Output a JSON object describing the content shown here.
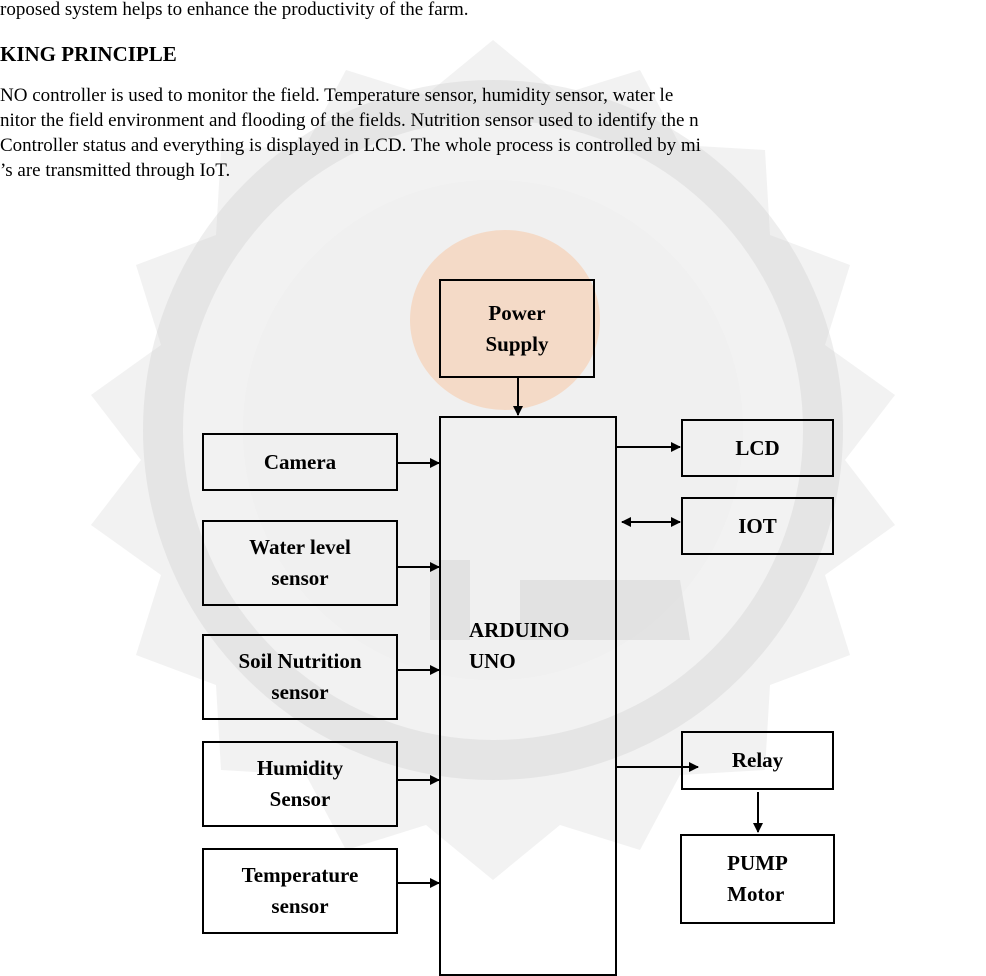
{
  "document": {
    "lines": [
      "roposed system helps to enhance the productivity of the farm.",
      "KING PRINCIPLE",
      "NO controller is used to monitor the field.  Temperature sensor, humidity sensor, water le",
      "nitor the field environment and flooding of the fields. Nutrition sensor used to identify the n",
      "Controller status and everything is displayed in LCD. The whole process is controlled by mi",
      "’s are transmitted through IoT."
    ]
  },
  "diagram": {
    "power_supply": [
      "Power",
      "Supply"
    ],
    "camera": "Camera",
    "water_level": [
      "Water level",
      "sensor"
    ],
    "soil_nutrition": [
      "Soil Nutrition",
      "sensor"
    ],
    "humidity": [
      "Humidity",
      "Sensor"
    ],
    "temperature": [
      "Temperature",
      "sensor"
    ],
    "arduino": [
      "ARDUINO",
      "UNO"
    ],
    "lcd": "LCD",
    "iot": "IOT",
    "relay": "Relay",
    "pump": [
      "PUMP",
      "Motor"
    ]
  }
}
